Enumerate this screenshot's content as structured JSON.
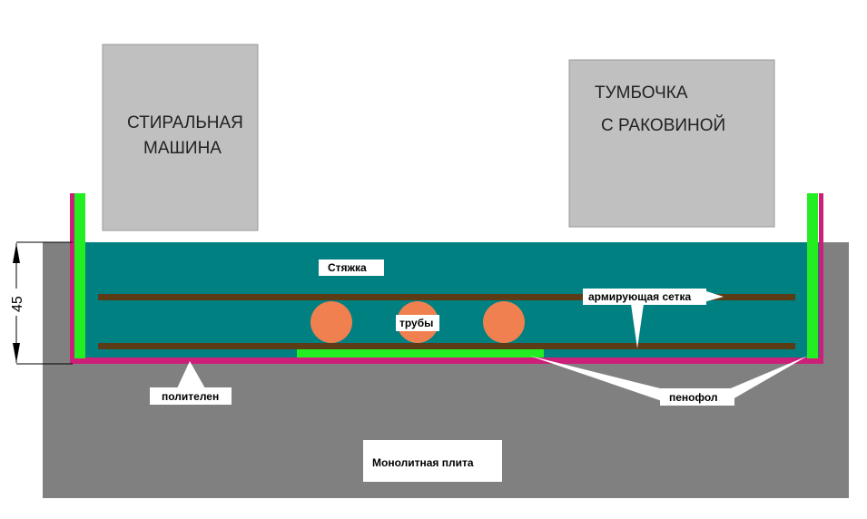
{
  "appliances": {
    "washer_line1": "СТИРАЛЬНАЯ",
    "washer_line2": "МАШИНА",
    "cabinet_line1": "ТУМБОЧКА",
    "cabinet_line2": "С РАКОВИНОЙ"
  },
  "labels": {
    "screed": "Стяжка",
    "mesh": "армирующая сетка",
    "pipes": "трубы",
    "polyethylene": "полителен",
    "penofol": "пенофол",
    "slab": "Монолитная плита",
    "dimension": "45"
  },
  "colors": {
    "slab": "#808080",
    "screed": "#008080",
    "polyethylene": "#cc1f7a",
    "penofol": "#22ee22",
    "mesh": "#5c3b17",
    "pipe": "#f08050",
    "appliance": "#c0c0c0"
  }
}
